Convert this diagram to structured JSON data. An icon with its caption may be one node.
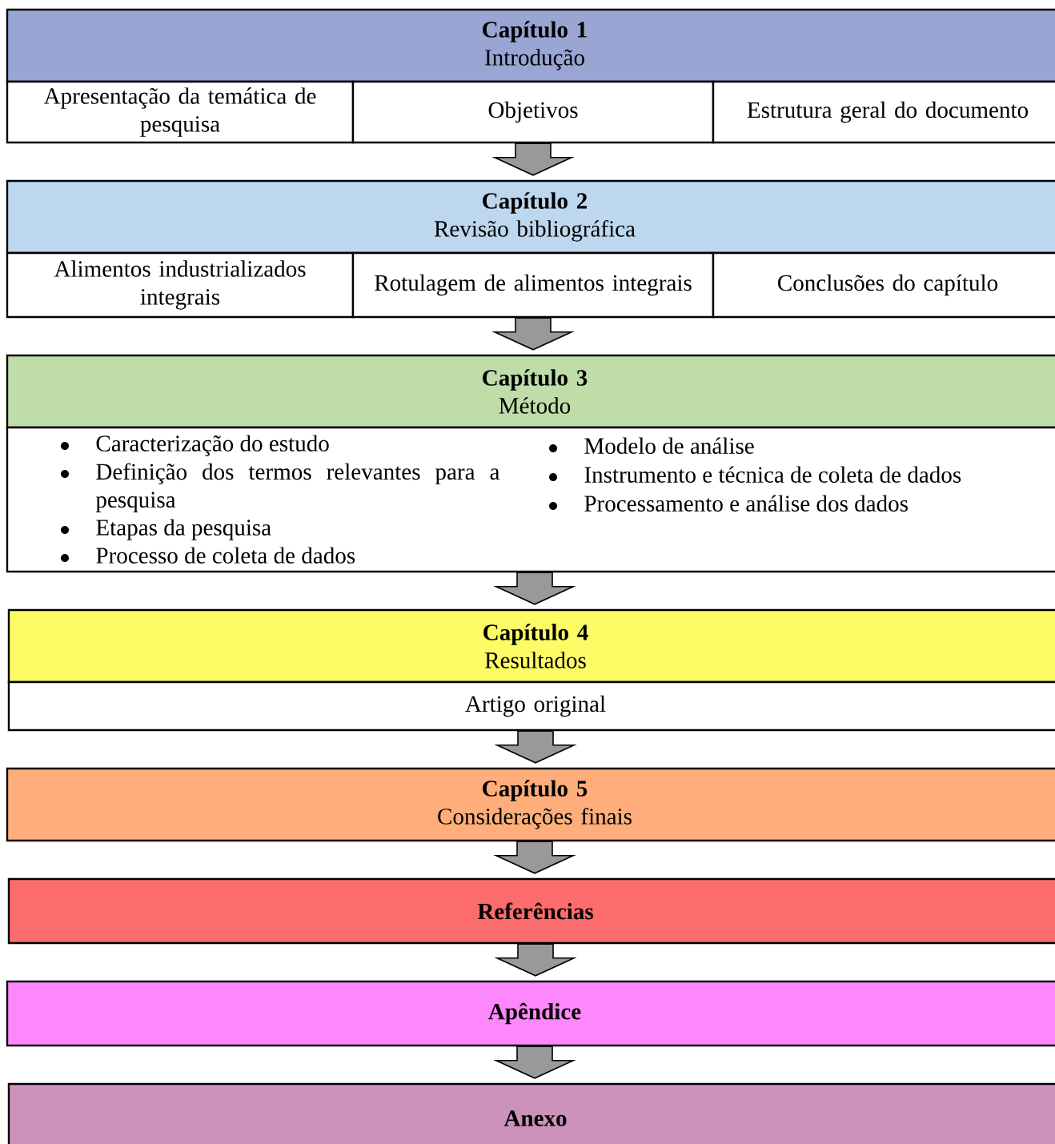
{
  "diagram": {
    "nodes": [
      {
        "text": [
          "Capítulo 1",
          "Introdução"
        ]
      },
      {
        "text": [
          "Apresentação da temática de pesquisa"
        ]
      },
      {
        "text": [
          "Objetivos"
        ]
      },
      {
        "text": [
          "Estrutura geral do documento"
        ]
      },
      {
        "text": [
          "Capítulo 2",
          "Revisão bibliográfica"
        ]
      },
      {
        "text": [
          "Alimentos industrializados integrais"
        ]
      },
      {
        "text": [
          "Rotulagem de alimentos integrais"
        ]
      },
      {
        "text": [
          "Conclusões do capítulo"
        ]
      },
      {
        "text": [
          "Capítulo 3",
          "Método"
        ]
      },
      {
        "text": [
          "Caracterização do estudo",
          "Definição dos termos relevantes para a pesquisa",
          "Etapas da pesquisa",
          "Processo de coleta de dados",
          "Modelo de análise",
          "Instrumento e técnica de coleta de dados",
          "Processamento e análise dos dados"
        ]
      },
      {
        "text": [
          "Capítulo 4",
          "Resultados"
        ]
      },
      {
        "text": [
          "Artigo original"
        ]
      },
      {
        "text": [
          "Capítulo 5",
          "Considerações finais"
        ]
      },
      {
        "text": [
          "Referências"
        ]
      },
      {
        "text": [
          "Apêndice"
        ]
      },
      {
        "text": [
          "Anexo"
        ]
      }
    ],
    "edges": [
      {
        "from": 2,
        "to": 4,
        "arrow": "to"
      },
      {
        "from": 6,
        "to": 8,
        "arrow": "to"
      },
      {
        "from": 9,
        "to": 10,
        "arrow": "to"
      },
      {
        "from": 11,
        "to": 12,
        "arrow": "to"
      },
      {
        "from": 12,
        "to": 13,
        "arrow": "to"
      },
      {
        "from": 13,
        "to": 14,
        "arrow": "to"
      },
      {
        "from": 14,
        "to": 15,
        "arrow": "to"
      }
    ]
  }
}
